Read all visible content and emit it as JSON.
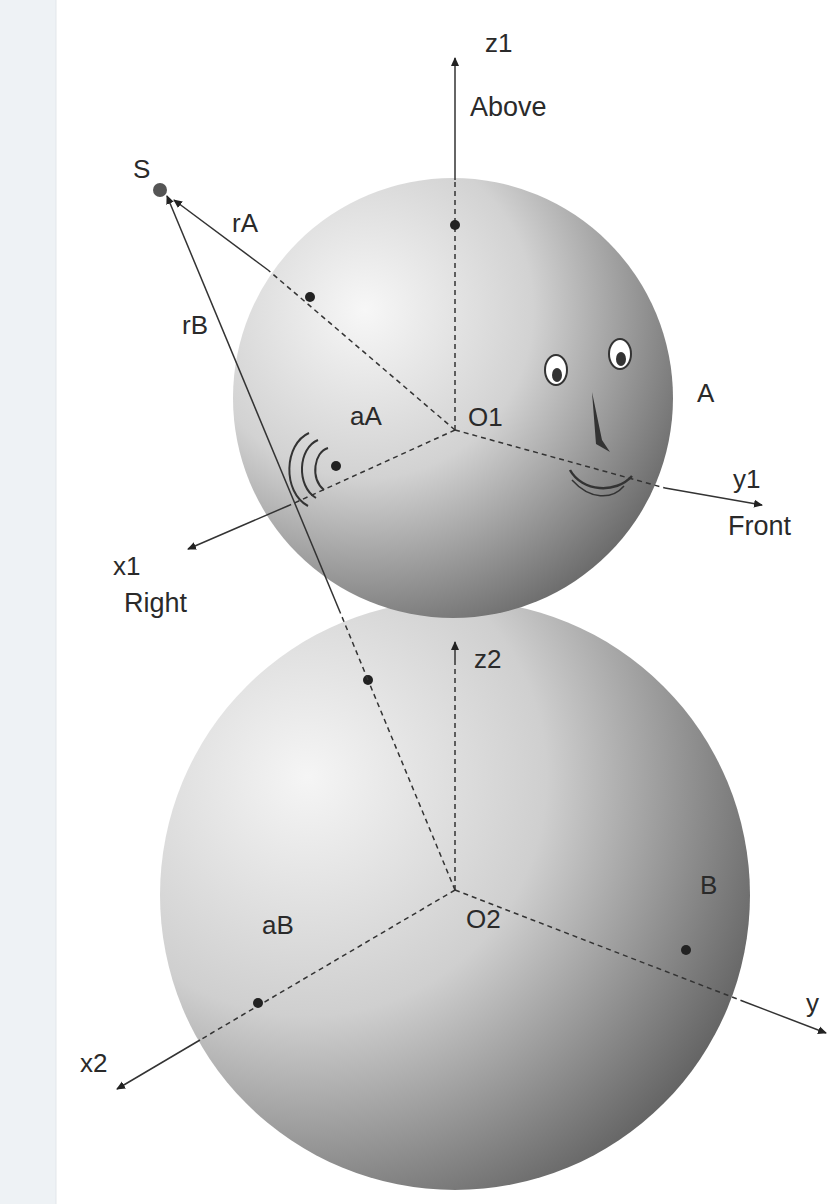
{
  "diagram": {
    "labels": [
      "z1",
      "Above",
      "S",
      "rA",
      "rB",
      "aA",
      "O1",
      "A",
      "y1",
      "Front",
      "x1",
      "Right",
      "z2",
      "aB",
      "O2",
      "B",
      "y",
      "x2"
    ]
  }
}
